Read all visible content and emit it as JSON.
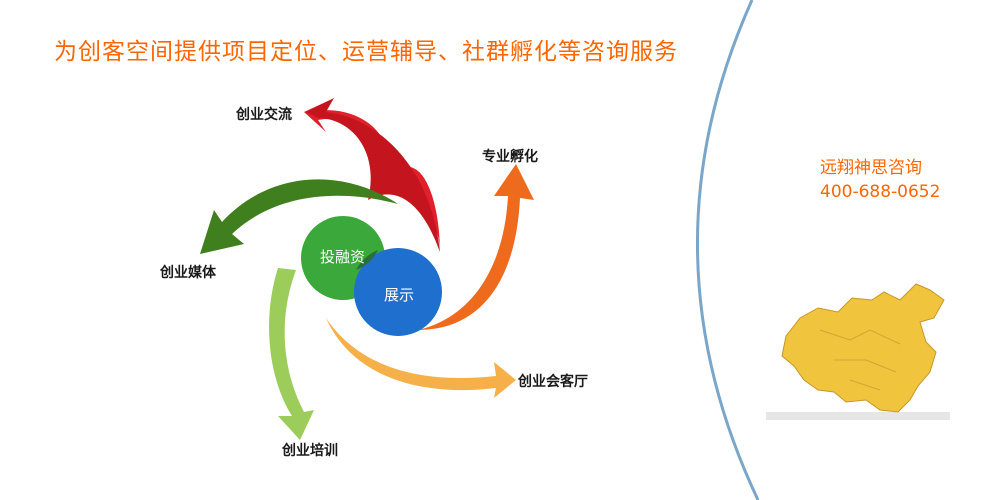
{
  "header": {
    "title": "为创客空间提供项目定位、运营辅导、社群孵化等咨询服务"
  },
  "diagram": {
    "center_nodes": [
      {
        "label": "投融资",
        "color": "#3aa83a"
      },
      {
        "label": "展示",
        "color": "#1f6fcf"
      }
    ],
    "branches": [
      {
        "label": "创业交流",
        "color": "#e0202a"
      },
      {
        "label": "专业孵化",
        "color": "#ee6a1c"
      },
      {
        "label": "创业会客厅",
        "color": "#f5b04a"
      },
      {
        "label": "创业培训",
        "color": "#9ccc5a"
      },
      {
        "label": "创业媒体",
        "color": "#3f7f1e"
      }
    ]
  },
  "contact": {
    "company": "远翔神思咨询",
    "phone": "400-688-0652"
  },
  "colors": {
    "title": "#ff6600",
    "arc": "#7aa6c9",
    "map_fill": "#f0c43c"
  },
  "icons": {
    "map": "china-map-icon"
  }
}
